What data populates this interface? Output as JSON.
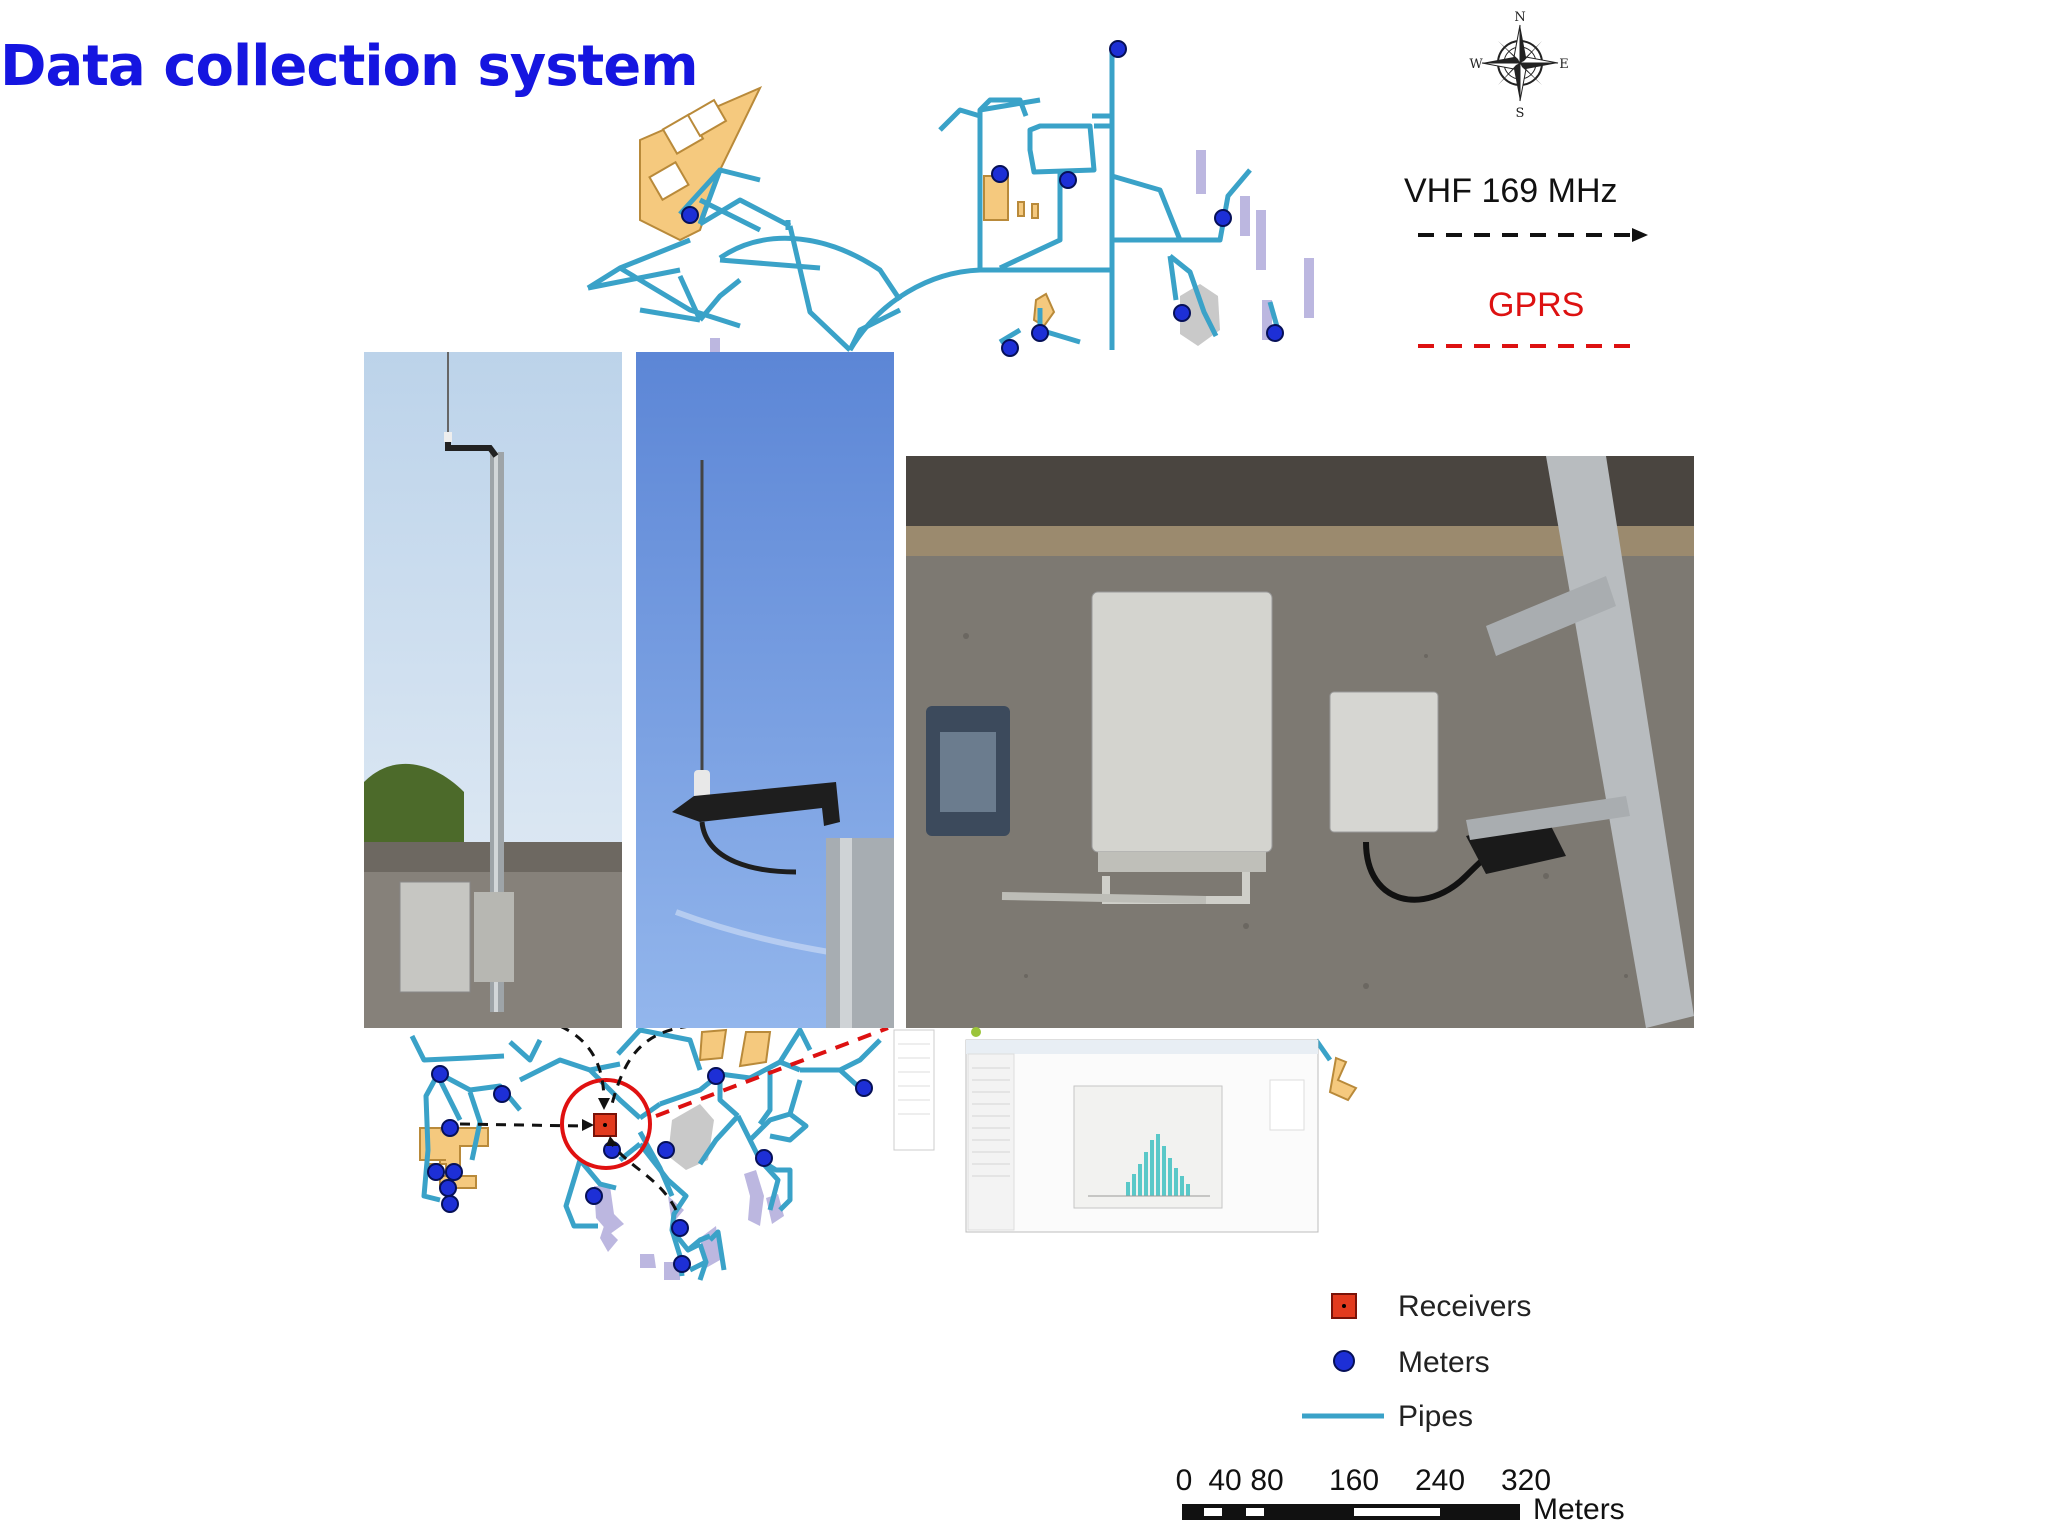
{
  "slide": {
    "title": "Data collection system",
    "title_color": "#1515e0"
  },
  "compass": {
    "icon": "compass-rose-icon",
    "n": "N",
    "s": "S",
    "e": "E",
    "w": "W"
  },
  "links": {
    "vhf_label": "VHF 169 MHz",
    "vhf_color": "#111111",
    "gprs_label": "GPRS",
    "gprs_color": "#dd1111"
  },
  "legend": {
    "receivers": "Receivers",
    "meters": "Meters",
    "pipes": "Pipes",
    "receiver_color": "#e23a1e",
    "meter_color": "#1d2fd6",
    "pipe_color": "#3aa2c8",
    "building_color": "#f5c97e",
    "outbuilding_color": "#bcb7e0"
  },
  "scale_bar": {
    "ticks": [
      "0",
      "40",
      "80",
      "160",
      "240",
      "320"
    ],
    "unit": "Meters"
  },
  "photos": [
    {
      "subject": "antenna mast with enclosure on wall"
    },
    {
      "subject": "antenna against blue sky"
    },
    {
      "subject": "receiver enclosures mounted on wall"
    }
  ],
  "software_window": {
    "icon": "histogram-chart-icon",
    "content": "data viewer screenshot with histogram"
  }
}
